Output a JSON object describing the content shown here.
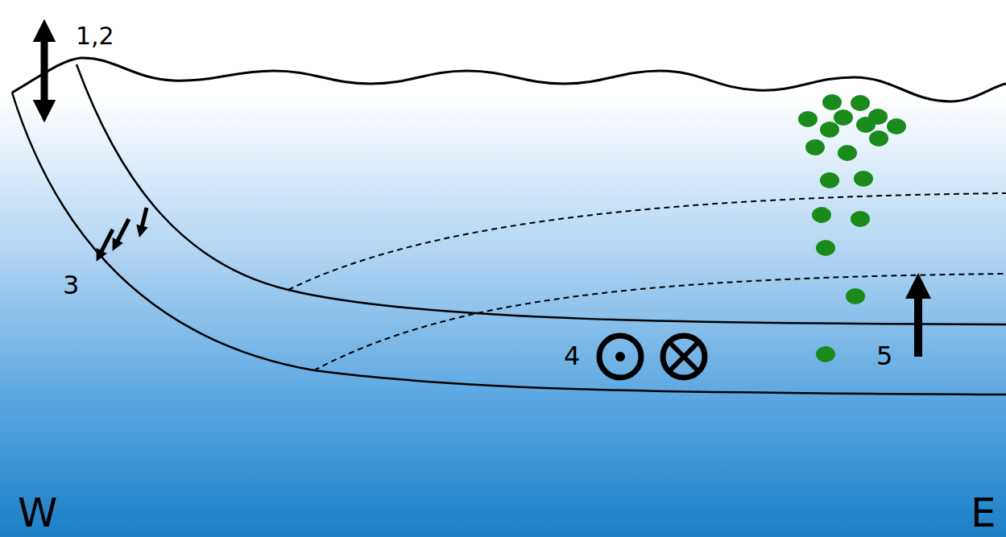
{
  "diagram": {
    "labels": [
      "1,2",
      "3",
      "4",
      "5",
      "W",
      "E"
    ]
  }
}
